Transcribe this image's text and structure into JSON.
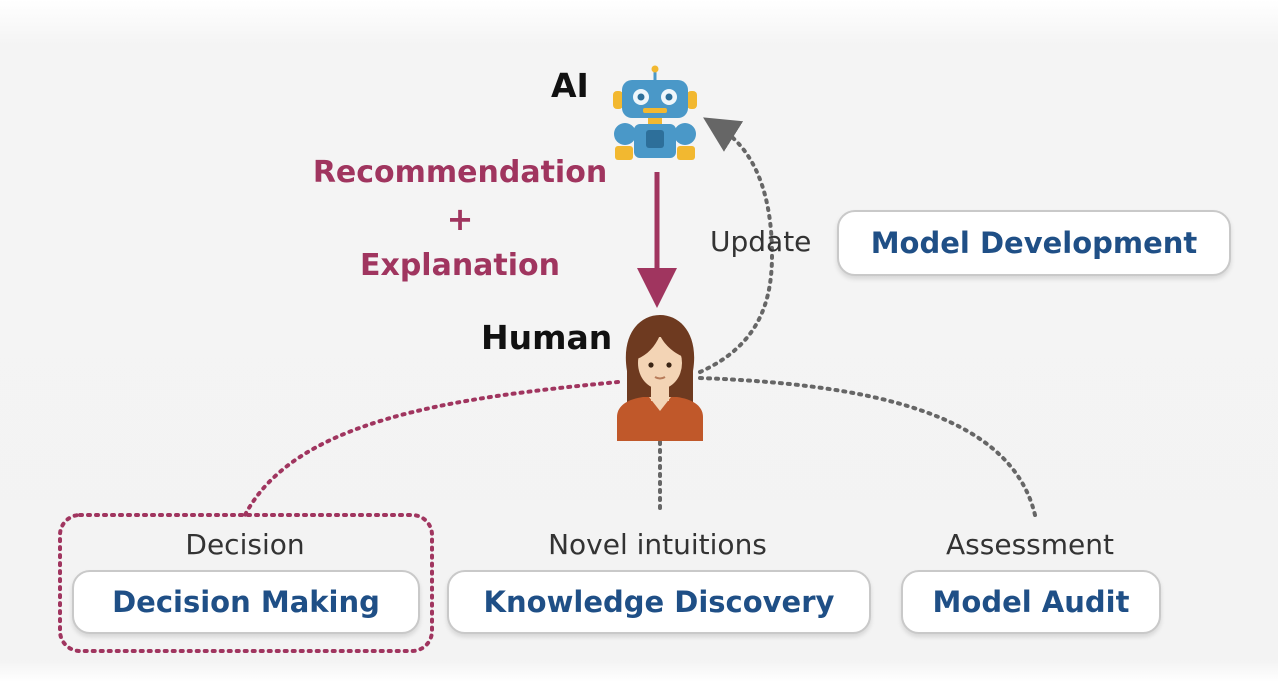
{
  "ai": {
    "label": "AI",
    "icon": "robot-icon"
  },
  "human": {
    "label": "Human",
    "icon": "woman-avatar-icon"
  },
  "ai_to_human": {
    "line1": "Recommendation",
    "line2": "+",
    "line3": "Explanation"
  },
  "update": {
    "label": "Update"
  },
  "model_development": {
    "label": "Model Development"
  },
  "uses": [
    {
      "caption": "Decision",
      "label": "Decision Making",
      "highlighted": true
    },
    {
      "caption": "Novel intuitions",
      "label": "Knowledge Discovery",
      "highlighted": false
    },
    {
      "caption": "Assessment",
      "label": "Model Audit",
      "highlighted": false
    }
  ],
  "colors": {
    "accent": "#a0355f",
    "box_text": "#1f4f86",
    "dotted_gray": "#666666",
    "robot_blue": "#4a98c8",
    "robot_yellow": "#f2b830",
    "skin": "#f3d4b5",
    "hair": "#6e3a20",
    "shirt": "#c0582a"
  }
}
